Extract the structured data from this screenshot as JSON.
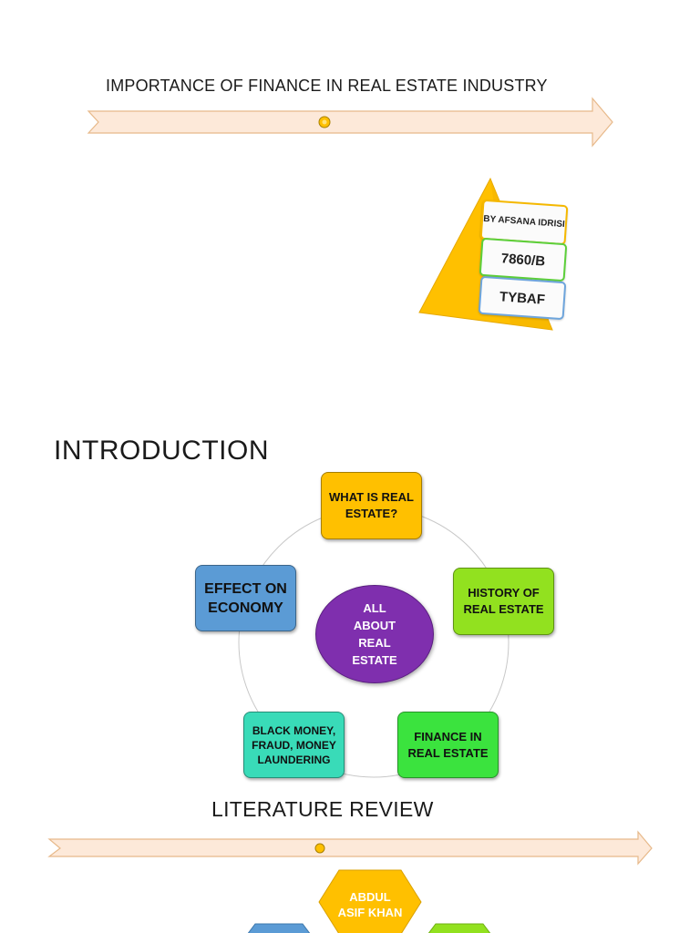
{
  "slide1": {
    "title": "IMPORTANCE OF FINANCE IN REAL ESTATE INDUSTRY",
    "cards": [
      "BY AFSANA IDRISI",
      "7860/B",
      "TYBAF"
    ],
    "colors": {
      "arrow_fill": "#fde9d9",
      "arrow_stroke": "#e7b98a",
      "triangle": "#ffc000",
      "card1_border": "#f5b800",
      "card2_border": "#5ccf3a",
      "card3_border": "#6ea5dc"
    }
  },
  "slide2": {
    "title": "INTRODUCTION",
    "center": "ALL ABOUT REAL ESTATE",
    "nodes": {
      "top": "WHAT IS REAL ESTATE?",
      "right": "HISTORY OF REAL ESTATE",
      "bottom_right": "FINANCE IN REAL ESTATE",
      "bottom_left": "BLACK MONEY, FRAUD, MONEY LAUNDERING",
      "left": "EFFECT ON ECONOMY"
    },
    "colors": {
      "top": "#ffc000",
      "right": "#92e11f",
      "bottom_right": "#3be33e",
      "bottom_left": "#39dbb8",
      "left": "#5b9bd5",
      "center": "#7f2fae"
    }
  },
  "slide3": {
    "title": "LITERATURE REVIEW",
    "hexagon_text": "ABDUL ASIF KHAN",
    "colors": {
      "hex_center": "#ffc000",
      "hex_left": "#5b9bd5",
      "hex_right": "#92e11f"
    }
  }
}
